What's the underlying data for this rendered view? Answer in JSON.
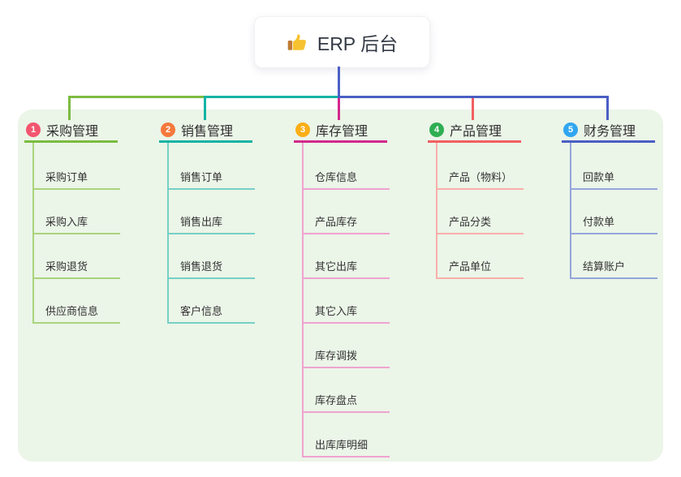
{
  "root": {
    "title": "ERP 后台",
    "icon": "thumbs-up",
    "line_color": "#4c60c6"
  },
  "canvas": {
    "panel_bg": "#ebf5e8",
    "page_bg": "#ffffff"
  },
  "branches": [
    {
      "index": "1",
      "label": "采购管理",
      "color": "#7cbb40",
      "light": "#a9d47d",
      "badge": "#f2566e",
      "children": [
        "采购订单",
        "采购入库",
        "采购退货",
        "供应商信息"
      ]
    },
    {
      "index": "2",
      "label": "销售管理",
      "color": "#13b3a4",
      "light": "#76d0c5",
      "badge": "#f5793b",
      "children": [
        "销售订单",
        "销售出库",
        "销售退货",
        "客户信息"
      ]
    },
    {
      "index": "3",
      "label": "库存管理",
      "color": "#d2288c",
      "light": "#efa3d0",
      "badge": "#fbae17",
      "children": [
        "仓库信息",
        "产品库存",
        "其它出库",
        "其它入库",
        "库存调拨",
        "库存盘点",
        "出库库明细"
      ]
    },
    {
      "index": "4",
      "label": "产品管理",
      "color": "#f15f60",
      "light": "#f7afa9",
      "badge": "#2fae53",
      "children": [
        "产品（物料）",
        "产品分类",
        "产品单位"
      ]
    },
    {
      "index": "5",
      "label": "财务管理",
      "color": "#4a5ec4",
      "light": "#93a6db",
      "badge": "#31a6f0",
      "children": [
        "回款单",
        "付款单",
        "结算账户"
      ]
    }
  ]
}
